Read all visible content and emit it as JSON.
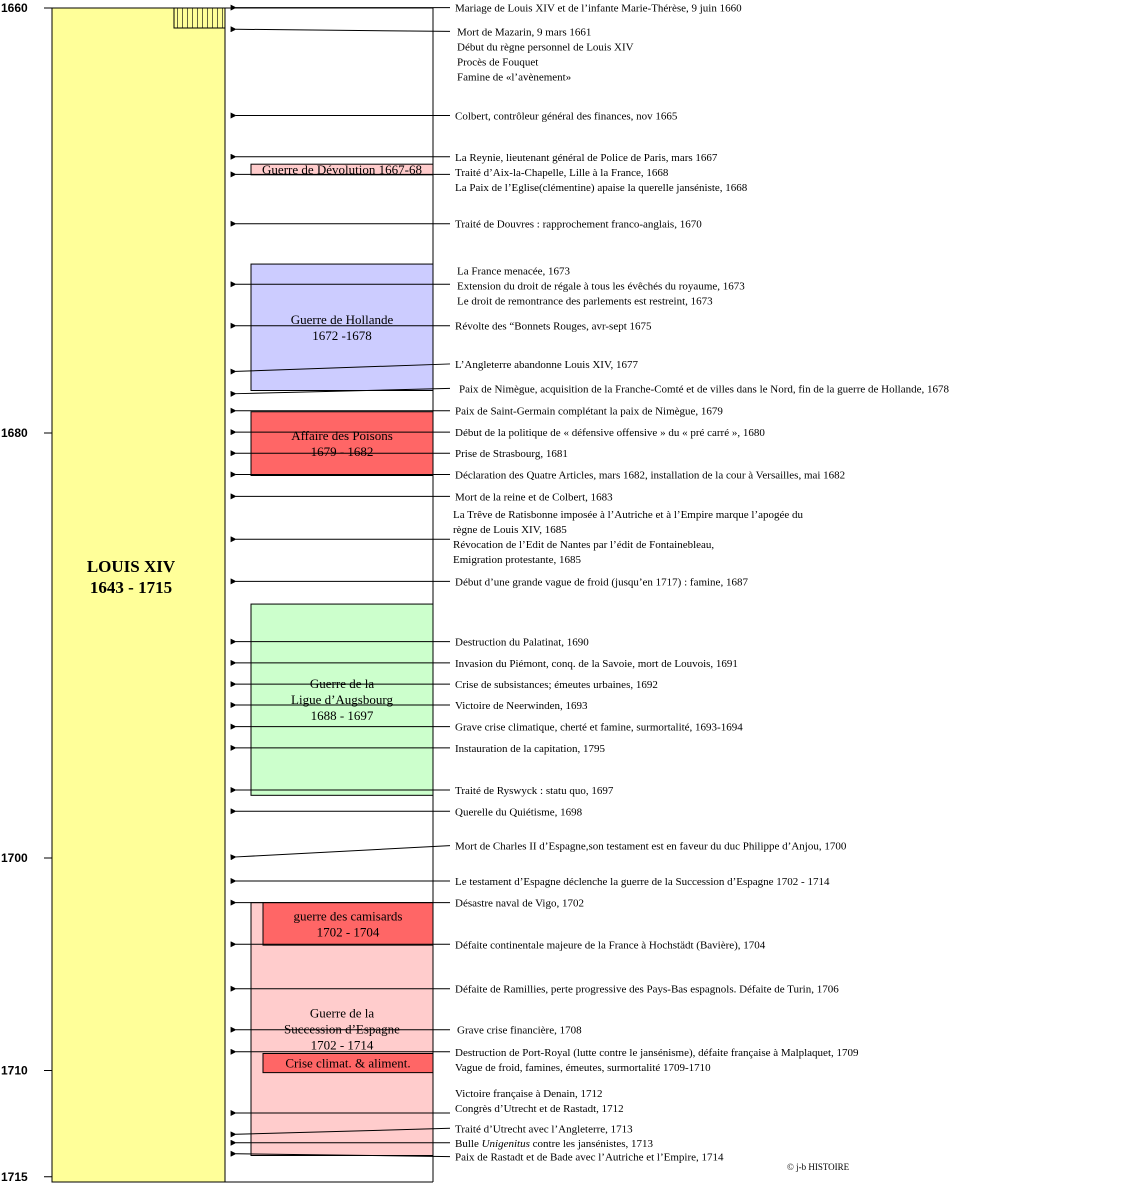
{
  "reign": {
    "name": "LOUIS XIV",
    "years": "1643 - 1715",
    "color": "#ffff99"
  },
  "year_ticks": [
    {
      "label": "1660",
      "year": 1660
    },
    {
      "label": "1680",
      "year": 1680
    },
    {
      "label": "1700",
      "year": 1700
    },
    {
      "label": "1710",
      "year": 1710
    },
    {
      "label": "1715",
      "year": 1715
    }
  ],
  "boxes": [
    {
      "id": "devolution",
      "lines": [
        "Guerre de Dévolution 1667-68"
      ],
      "start": 1667.35,
      "end": 1667.85,
      "indent": 0,
      "color": "#ffcccc"
    },
    {
      "id": "hollande",
      "lines": [
        "Guerre de Hollande",
        "1672 -1678"
      ],
      "start": 1672.05,
      "end": 1678.0,
      "indent": 0,
      "color": "#ccccff"
    },
    {
      "id": "poisons",
      "lines": [
        "Affaire des Poisons",
        "1679 - 1682"
      ],
      "start": 1679.0,
      "end": 1682.0,
      "indent": 0,
      "color": "#ff6666"
    },
    {
      "id": "augsbourg",
      "lines": [
        "Guerre de la",
        "Ligue d’Augsbourg",
        "1688 - 1697"
      ],
      "start": 1688.05,
      "end": 1697.05,
      "indent": 0,
      "color": "#ccffcc"
    },
    {
      "id": "succession",
      "lines": [
        "Guerre de la",
        "Succession d’Espagne",
        "1702 - 1714"
      ],
      "start": 1702.1,
      "end": 1714.0,
      "indent": 0,
      "color": "#ffcccc"
    },
    {
      "id": "camisards",
      "lines": [
        "guerre des camisards",
        "1702 - 1704"
      ],
      "start": 1702.1,
      "end": 1704.1,
      "indent": 12,
      "color": "#ff6666"
    },
    {
      "id": "crise",
      "lines": [
        "Crise climat.  & aliment."
      ],
      "start": 1709.2,
      "end": 1710.1,
      "indent": 12,
      "color": "#ff6666"
    }
  ],
  "events": [
    {
      "lines": [
        "Mariage de Louis XIV et de l’infante Marie-Thérèse, 9 juin 1660"
      ],
      "year": 1659.98,
      "arrow": 1659.98,
      "indent": 0
    },
    {
      "lines": [
        "Mort de Mazarin, 9 mars 1661",
        "Début du règne personnel de Louis XIV",
        "Procès de Fouquet",
        "Famine de «l’avènement»"
      ],
      "year": 1661.1,
      "arrow": 1661.0,
      "indent": 2
    },
    {
      "lines": [
        "Colbert, contrôleur général des finances, nov 1665"
      ],
      "year": 1665.06,
      "arrow": 1665.06,
      "indent": 0
    },
    {
      "lines": [
        "La Reynie, lieutenant général de Police de Paris, mars 1667",
        "Traité d’Aix-la-Chapelle, Lille à la France, 1668",
        "La Paix de l’Eglise(clémentine) apaise la querelle janséniste, 1668"
      ],
      "year": 1667.0,
      "arrow": 1667.0,
      "arrows_extra": [
        1667.83
      ],
      "indent": 0
    },
    {
      "lines": [
        "Traité de Douvres : rapprochement franco-anglais, 1670"
      ],
      "year": 1670.15,
      "arrow": 1670.15,
      "indent": 0
    },
    {
      "lines": [
        "La France menacée, 1673",
        "Extension du droit de régale à tous les évêchés du royaume, 1673",
        "Le droit de remontrance des parlements est restreint, 1673"
      ],
      "year": 1672.35,
      "arrow": 1673.0,
      "indent": 2
    },
    {
      "lines": [
        "Révolte des “Bonnets Rouges, avr-sept 1675"
      ],
      "year": 1674.95,
      "arrow": 1674.95,
      "indent": 0
    },
    {
      "lines": [
        "L’Angleterre abandonne Louis XIV, 1677"
      ],
      "year": 1676.75,
      "arrow": 1677.1,
      "indent": 0
    },
    {
      "lines": [
        "Paix de Nimègue, acquisition de la Franche-Comté et de villes dans le Nord, fin de la guerre de Hollande, 1678"
      ],
      "year": 1677.9,
      "arrow": 1678.15,
      "indent": 4
    },
    {
      "lines": [
        "Paix de Saint-Germain complétant la paix de Nimègue, 1679"
      ],
      "year": 1678.95,
      "arrow": 1678.95,
      "indent": 0
    },
    {
      "lines": [
        "Début de la politique de « défensive offensive » du « pré carré », 1680"
      ],
      "year": 1679.96,
      "arrow": 1679.96,
      "indent": 0
    },
    {
      "lines": [
        "Prise de Strasbourg, 1681"
      ],
      "year": 1680.95,
      "arrow": 1680.95,
      "indent": 0
    },
    {
      "lines": [
        "Déclaration des Quatre Articles, mars 1682, installation de la cour à Versailles, mai 1682"
      ],
      "year": 1681.95,
      "arrow": 1681.95,
      "indent": 0
    },
    {
      "lines": [
        "Mort de la reine et de Colbert, 1683"
      ],
      "year": 1682.98,
      "arrow": 1682.98,
      "indent": 0
    },
    {
      "lines": [
        "La Trêve de Ratisbonne imposée à l’Autriche et à l’Empire marque l’apogée du",
        "règne de Louis XIV, 1685",
        "Révocation de l’Edit de Nantes par l’édit de Fontainebleau,",
        "Emigration protestante, 1685"
      ],
      "year": 1683.82,
      "arrow": 1685.0,
      "indent": -2
    },
    {
      "lines": [
        "Début d’une grande vague de froid (jusqu’en 1717) : famine, 1687"
      ],
      "year": 1686.98,
      "arrow": 1686.98,
      "indent": 0
    },
    {
      "lines": [
        "Destruction du Palatinat, 1690"
      ],
      "year": 1689.82,
      "arrow": 1689.82,
      "indent": 0
    },
    {
      "lines": [
        "Invasion du Piémont, conq. de la Savoie, mort de Louvois, 1691"
      ],
      "year": 1690.82,
      "arrow": 1690.82,
      "indent": 0
    },
    {
      "lines": [
        "Crise de subsistances; émeutes urbaines, 1692"
      ],
      "year": 1691.82,
      "arrow": 1691.82,
      "indent": 0
    },
    {
      "lines": [
        "Victoire de Neerwinden, 1693"
      ],
      "year": 1692.8,
      "arrow": 1692.8,
      "indent": 0
    },
    {
      "lines": [
        "Grave crise climatique, cherté et famine, surmortalité, 1693-1694"
      ],
      "year": 1693.82,
      "arrow": 1693.82,
      "indent": 0
    },
    {
      "lines": [
        "Instauration de la capitation, 1795"
      ],
      "year": 1694.82,
      "arrow": 1694.82,
      "indent": 0
    },
    {
      "lines": [
        "Traité de Ryswyck : statu quo, 1697"
      ],
      "year": 1696.8,
      "arrow": 1696.8,
      "indent": 0
    },
    {
      "lines": [
        "Querelle du Quiétisme, 1698"
      ],
      "year": 1697.8,
      "arrow": 1697.8,
      "indent": 0
    },
    {
      "lines": [
        "Mort de Charles II d’Espagne,son testament est en faveur du duc Philippe d’Anjou, 1700"
      ],
      "year": 1699.42,
      "arrow": 1699.95,
      "indent": 0
    },
    {
      "lines": [
        "Le testament d’Espagne déclenche la guerre de la Succession d’Espagne 1702 - 1714"
      ],
      "year": 1701.08,
      "arrow": 1701.08,
      "indent": 0
    },
    {
      "lines": [
        "Désastre naval de Vigo, 1702"
      ],
      "year": 1702.1,
      "arrow": 1702.1,
      "indent": 0
    },
    {
      "lines": [
        "Défaite continentale majeure de la France à Hochstädt (Bavière), 1704"
      ],
      "year": 1704.06,
      "arrow": 1704.06,
      "indent": 0
    },
    {
      "lines": [
        "Défaite de Ramillies, perte progressive des Pays-Bas espagnols. Défaite de Turin, 1706"
      ],
      "year": 1706.15,
      "arrow": 1706.15,
      "indent": 0
    },
    {
      "lines": [
        "Grave crise financière, 1708"
      ],
      "year": 1708.08,
      "arrow": 1708.08,
      "indent": 2
    },
    {
      "lines": [
        "Destruction de Port-Royal (lutte contre le jansénisme), défaite française à Malplaquet, 1709",
        "Vague de froid, famines, émeutes, surmortalité 1709-1710"
      ],
      "year": 1709.12,
      "arrow": 1709.12,
      "indent": 0
    },
    {
      "lines": [
        "Victoire française à Denain, 1712",
        "Congrès d’Utrecht et de Rastadt, 1712"
      ],
      "year": 1711.05,
      "arrow": 1712.0,
      "indent": 0
    },
    {
      "lines": [
        "Traité d’Utrecht avec l’Angleterre, 1713"
      ],
      "year": 1712.72,
      "arrow": 1713.0,
      "indent": 0
    },
    {
      "lines": [
        "Bulle Unigenitus contre les jansénistes, 1713"
      ],
      "year": 1713.4,
      "arrow": 1713.4,
      "indent": 0,
      "italic": "Unigenitus"
    },
    {
      "lines": [
        "Paix de Rastadt et de Bade avec l’Autriche et l’Empire, 1714"
      ],
      "year": 1714.05,
      "arrow": 1713.92,
      "indent": 0
    }
  ],
  "copyright": "© j-b HISTOIRE"
}
